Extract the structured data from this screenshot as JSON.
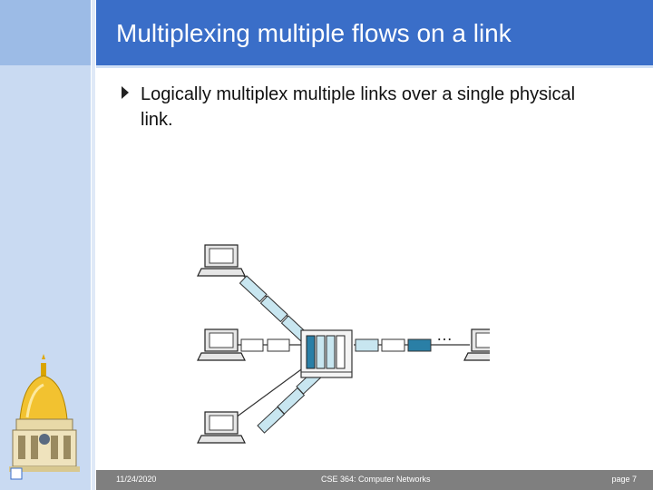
{
  "slide": {
    "title": "Multiplexing multiple flows on a link",
    "bullets": [
      {
        "text": "Logically multiplex multiple links over a single physical link.",
        "icon": "triangle-bullet-icon"
      }
    ]
  },
  "diagram": {
    "ellipsis": "…"
  },
  "footer": {
    "date": "11/24/2020",
    "course": "CSE 364: Computer Networks",
    "page": "page 7"
  },
  "colors": {
    "title_bar": "#3a6ec8",
    "sidebar": "#c9daf2",
    "packet_fill": "#c8e6f0",
    "packet_dark": "#2a7fa6",
    "footer": "#7f7f7f"
  }
}
